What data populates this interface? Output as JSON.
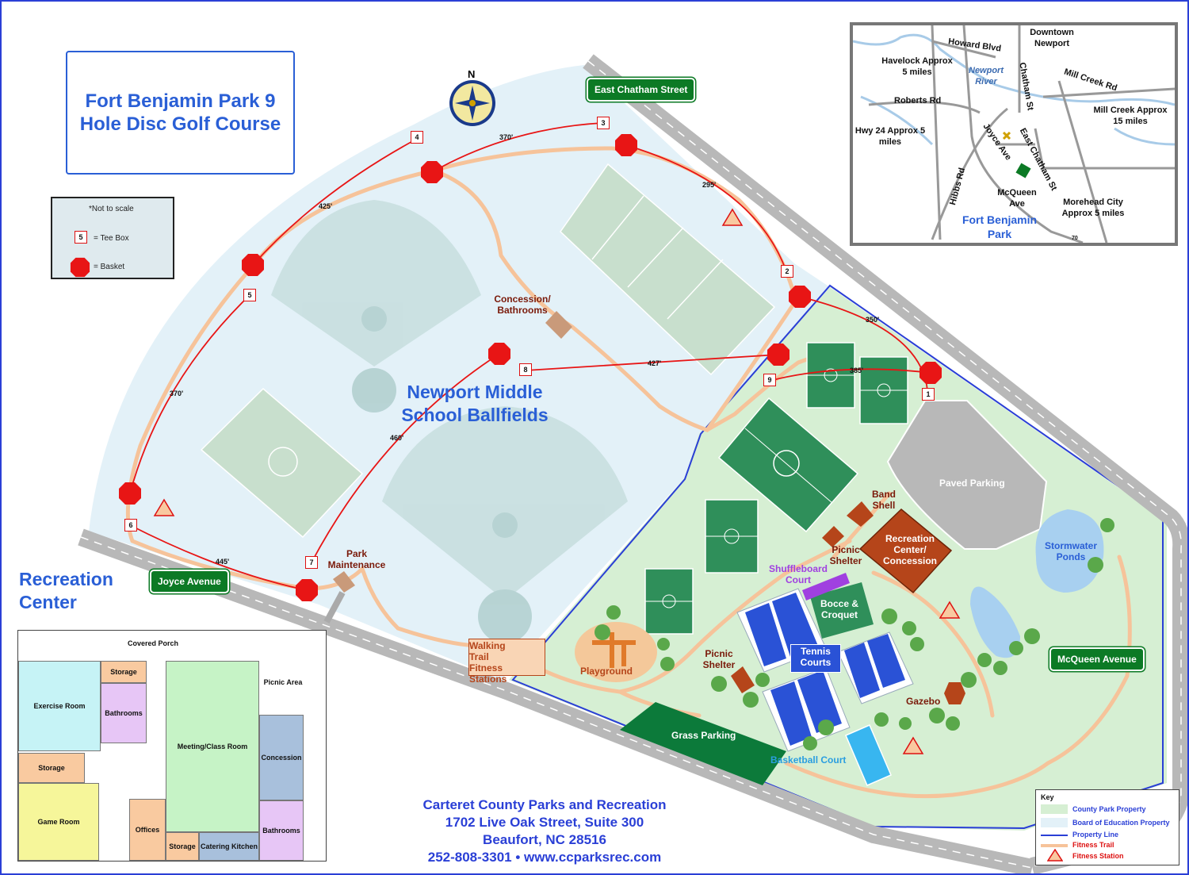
{
  "title": "Fort Benjamin Park 9 Hole Disc Golf Course",
  "legend": {
    "not_to_scale": "*Not to scale",
    "tee_box": "= Tee Box",
    "tee_sample": "5",
    "basket": "= Basket"
  },
  "streets": {
    "east_chatham": "East Chatham Street",
    "joyce": "Joyce Avenue",
    "mcqueen": "McQueen Avenue"
  },
  "ballfields_label": "Newport Middle School Ballfields",
  "recreation_center_label": "Recreation Center",
  "holes": [
    {
      "tee": "1",
      "distance": "350'"
    },
    {
      "tee": "2",
      "distance": "295'"
    },
    {
      "tee": "3",
      "distance": "370'"
    },
    {
      "tee": "4",
      "distance": "425'"
    },
    {
      "tee": "5",
      "distance": "370'"
    },
    {
      "tee": "6",
      "distance": "445'"
    },
    {
      "tee": "7",
      "distance": "460'"
    },
    {
      "tee": "8",
      "distance": "427'"
    },
    {
      "tee": "9",
      "distance": "385'"
    }
  ],
  "facilities": {
    "concession_bathrooms": "Concession/ Bathrooms",
    "park_maintenance": "Park Maintenance",
    "walking_trail": "Walking Trail Fitness Stations",
    "playground": "Playground",
    "band_shell": "Band Shell",
    "picnic_shelter_1": "Picnic Shelter",
    "picnic_shelter_2": "Picnic Shelter",
    "recreation_center_concession": "Recreation Center/ Concession",
    "shuffleboard": "Shuffleboard Court",
    "bocce": "Bocce & Croquet",
    "tennis": "Tennis Courts",
    "gazebo": "Gazebo",
    "grass_parking": "Grass Parking",
    "basketball": "Basketball Court",
    "paved_parking": "Paved Parking",
    "stormwater": "Stormwater Ponds"
  },
  "inset": {
    "downtown": "Downtown Newport",
    "howard": "Howard Blvd",
    "havelock": "Havelock Approx 5 miles",
    "newport_river": "Newport River",
    "chatham": "Chatham St",
    "mill_creek_rd": "Mill Creek Rd",
    "roberts": "Roberts Rd",
    "mill_creek": "Mill Creek Approx 15 miles",
    "hwy24": "Hwy 24 Approx 5 miles",
    "joyce": "Joyce Ave",
    "east_chatham": "East Chatham St",
    "hibbs": "Hibbs Rd",
    "mcqueen": "McQueen Ave",
    "morehead": "Morehead City Approx 5 miles",
    "park": "Fort Benjamin Park",
    "route": "70"
  },
  "floorplan": {
    "covered_porch": "Covered Porch",
    "exercise": "Exercise Room",
    "storage_top": "Storage",
    "bathrooms_left": "Bathrooms",
    "meeting": "Meeting/Class Room",
    "picnic_area": "Picnic Area",
    "concession": "Concession",
    "storage_mid": "Storage",
    "game": "Game Room",
    "offices": "Offices",
    "storage_bottom": "Storage",
    "catering": "Catering Kitchen",
    "bathrooms_right": "Bathrooms"
  },
  "contact": {
    "org": "Carteret County Parks and Recreation",
    "address": "1702 Live Oak Street, Suite 300",
    "city": "Beaufort, NC  28516",
    "phone_web": "252-808-3301 •  www.ccparksrec.com"
  },
  "key": {
    "title": "Key",
    "county": "County Park Property",
    "board": "Board of Education Property",
    "property_line": "Property Line",
    "fitness_trail": "Fitness Trail",
    "fitness_station": "Fitness Station"
  },
  "colors": {
    "county": "#d6efd3",
    "board": "#e3f1f8",
    "property_line": "#2a3fd6",
    "trail": "#f6c39a",
    "basket": "#e81515",
    "field": "#2f8f5a"
  }
}
